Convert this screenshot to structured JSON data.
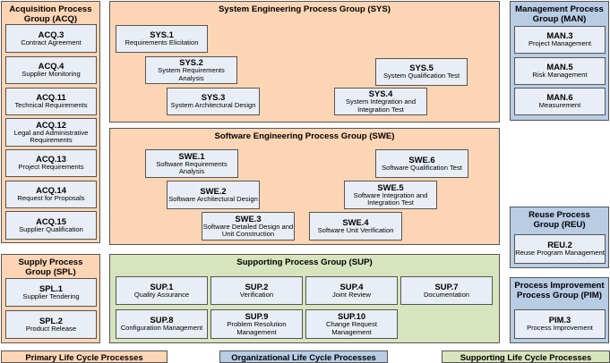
{
  "groups": {
    "acq": {
      "title": "Acquisition Process Group (ACQ)"
    },
    "sys": {
      "title": "System Engineering Process Group (SYS)"
    },
    "man": {
      "title": "Management Process Group (MAN)"
    },
    "swe": {
      "title": "Software Engineering Process Group (SWE)"
    },
    "reu": {
      "title": "Reuse Process Group (REU)"
    },
    "spl": {
      "title": "Supply Process Group (SPL)"
    },
    "sup": {
      "title": "Supporting Process Group (SUP)"
    },
    "pim": {
      "title": "Process Improvement Process Group (PIM)"
    }
  },
  "acq_items": [
    {
      "id": "ACQ.3",
      "name": "Contract Agreement"
    },
    {
      "id": "ACQ.4",
      "name": "Supplier Monitoring"
    },
    {
      "id": "ACQ.11",
      "name": "Technical Requirements"
    },
    {
      "id": "ACQ.12",
      "name": "Legal and Administrative Requirements"
    },
    {
      "id": "ACQ.13",
      "name": "Project Requirements"
    },
    {
      "id": "ACQ.14",
      "name": "Request for Proposals"
    },
    {
      "id": "ACQ.15",
      "name": "Supplier Qualification"
    }
  ],
  "sys_items": [
    {
      "id": "SYS.1",
      "name": "Requirements Elicitation"
    },
    {
      "id": "SYS.2",
      "name": "System Requirements Analysis"
    },
    {
      "id": "SYS.3",
      "name": "System Architectural Design"
    },
    {
      "id": "SYS.4",
      "name": "System Integration and Integration Test"
    },
    {
      "id": "SYS.5",
      "name": "System Qualification Test"
    }
  ],
  "man_items": [
    {
      "id": "MAN.3",
      "name": "Project Management"
    },
    {
      "id": "MAN.5",
      "name": "Risk Management"
    },
    {
      "id": "MAN.6",
      "name": "Measurement"
    }
  ],
  "swe_items": [
    {
      "id": "SWE.1",
      "name": "Software Requirements Analysis"
    },
    {
      "id": "SWE.2",
      "name": "Software Architectural Design"
    },
    {
      "id": "SWE.3",
      "name": "Software Detailed Design and Unit Construction"
    },
    {
      "id": "SWE.4",
      "name": "Software Unit Verification"
    },
    {
      "id": "SWE.5",
      "name": "Software Integration and Integration Test"
    },
    {
      "id": "SWE.6",
      "name": "Software Qualification Test"
    }
  ],
  "reu_items": [
    {
      "id": "REU.2",
      "name": "Reuse Program Management"
    }
  ],
  "spl_items": [
    {
      "id": "SPL.1",
      "name": "Supplier Tendering"
    },
    {
      "id": "SPL.2",
      "name": "Product Release"
    }
  ],
  "sup_items": [
    {
      "id": "SUP.1",
      "name": "Quality Assurance"
    },
    {
      "id": "SUP.2",
      "name": "Verification"
    },
    {
      "id": "SUP.4",
      "name": "Joint Review"
    },
    {
      "id": "SUP.7",
      "name": "Documentation"
    },
    {
      "id": "SUP.8",
      "name": "Configuration Management"
    },
    {
      "id": "SUP.9",
      "name": "Problem Resolution Management"
    },
    {
      "id": "SUP.10",
      "name": "Change Request Management"
    }
  ],
  "pim_items": [
    {
      "id": "PIM.3",
      "name": "Process Improvement"
    }
  ],
  "legend": {
    "primary": "Primary Life Cycle Processes",
    "organizational": "Organizational Life Cycle Processes",
    "supporting": "Supporting Life Cycle Processes"
  }
}
